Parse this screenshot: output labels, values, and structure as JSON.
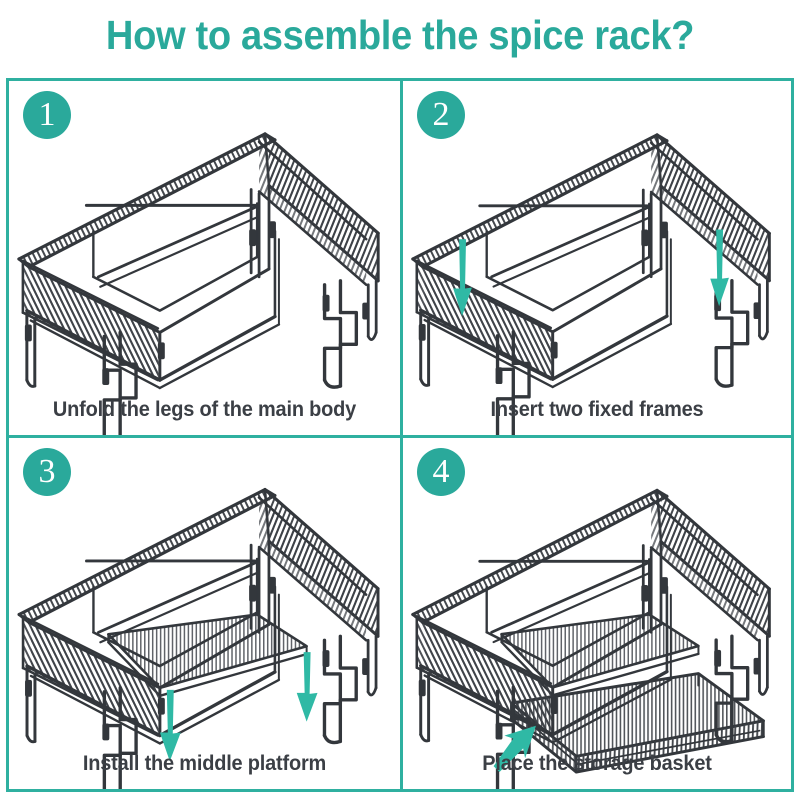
{
  "header": {
    "title": "How to assemble the spice rack?",
    "title_color": "#2aa99b"
  },
  "theme": {
    "accent": "#2aa99b",
    "grid_border": "#2fb0a0",
    "arrow": "#2fb9a5",
    "wire": "#33373c",
    "caption_color": "#3b3f45",
    "background": "#ffffff"
  },
  "steps": [
    {
      "number": "1",
      "caption": "Unfold the legs of the main body",
      "arrows": []
    },
    {
      "number": "2",
      "caption": "Insert two fixed frames",
      "arrows": [
        "down-left",
        "down-right"
      ]
    },
    {
      "number": "3",
      "caption": "Install the middle platform",
      "arrows": [
        "down-left",
        "down-right"
      ]
    },
    {
      "number": "4",
      "caption": "Place the storage basket",
      "arrows": [
        "diagonal-up-left"
      ]
    }
  ]
}
